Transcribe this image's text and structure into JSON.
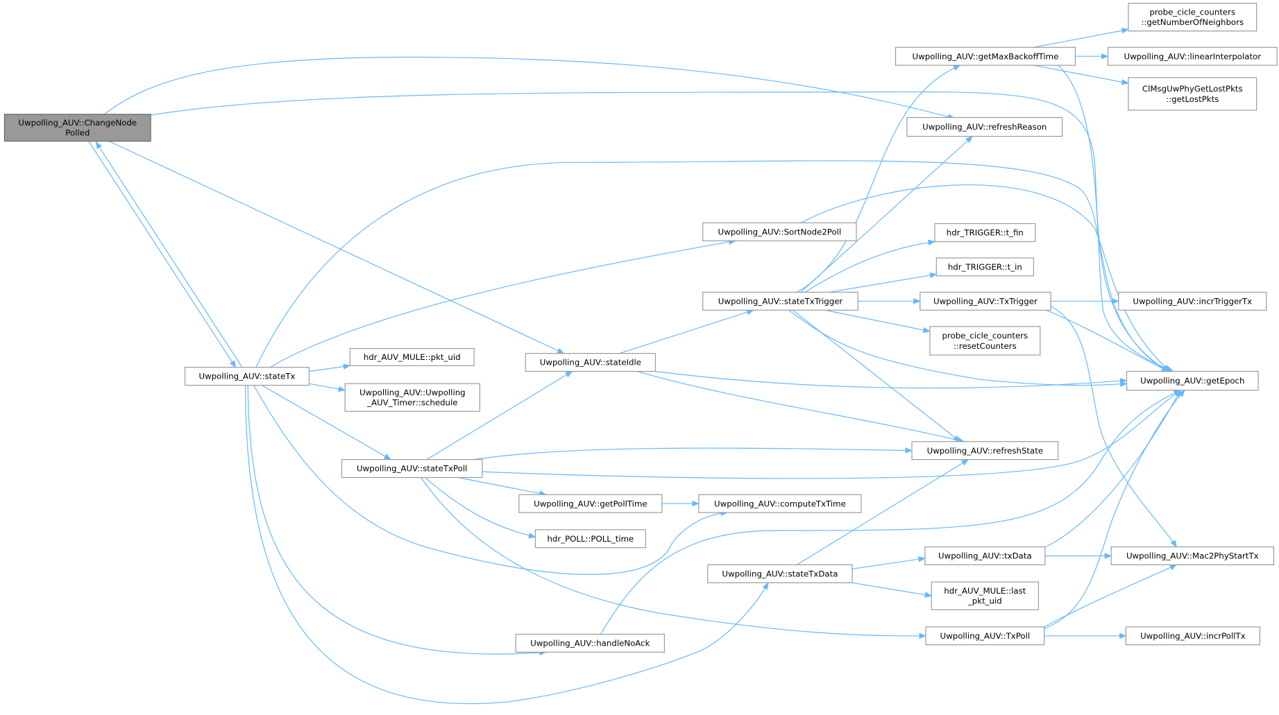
{
  "graph": {
    "root": "ChangeNodePolled",
    "nodes": {
      "ChangeNodePolled": [
        "Uwpolling_AUV::ChangeNode",
        "Polled"
      ],
      "stateTx": [
        "Uwpolling_AUV::stateTx"
      ],
      "pkt_uid": [
        "hdr_AUV_MULE::pkt_uid"
      ],
      "schedule": [
        "Uwpolling_AUV::Uwpolling",
        "_AUV_Timer::schedule"
      ],
      "stateTxPoll": [
        "Uwpolling_AUV::stateTxPoll"
      ],
      "stateIdle": [
        "Uwpolling_AUV::stateIdle"
      ],
      "getPollTime": [
        "Uwpolling_AUV::getPollTime"
      ],
      "POLL_time": [
        "hdr_POLL::POLL_time"
      ],
      "handleNoAck": [
        "Uwpolling_AUV::handleNoAck"
      ],
      "computeTxTime": [
        "Uwpolling_AUV::computeTxTime"
      ],
      "stateTxData": [
        "Uwpolling_AUV::stateTxData"
      ],
      "SortNode2Poll": [
        "Uwpolling_AUV::SortNode2Poll"
      ],
      "stateTxTrigger": [
        "Uwpolling_AUV::stateTxTrigger"
      ],
      "getMaxBackoffTime": [
        "Uwpolling_AUV::getMaxBackoffTime"
      ],
      "refreshReason": [
        "Uwpolling_AUV::refreshReason"
      ],
      "t_fin": [
        "hdr_TRIGGER::t_fin"
      ],
      "t_in": [
        "hdr_TRIGGER::t_in"
      ],
      "TxTrigger": [
        "Uwpolling_AUV::TxTrigger"
      ],
      "resetCounters": [
        "probe_cicle_counters",
        "::resetCounters"
      ],
      "refreshState": [
        "Uwpolling_AUV::refreshState"
      ],
      "txData": [
        "Uwpolling_AUV::txData"
      ],
      "last_pkt_uid": [
        "hdr_AUV_MULE::last",
        "_pkt_uid"
      ],
      "TxPoll": [
        "Uwpolling_AUV::TxPoll"
      ],
      "getNumberOfNeighbors": [
        "probe_cicle_counters",
        "::getNumberOfNeighbors"
      ],
      "linearInterpolator": [
        "Uwpolling_AUV::linearInterpolator"
      ],
      "getLostPkts": [
        "ClMsgUwPhyGetLostPkts",
        "::getLostPkts"
      ],
      "incrTriggerTx": [
        "Uwpolling_AUV::incrTriggerTx"
      ],
      "getEpoch": [
        "Uwpolling_AUV::getEpoch"
      ],
      "Mac2PhyStartTx": [
        "Uwpolling_AUV::Mac2PhyStartTx"
      ],
      "incrPollTx": [
        "Uwpolling_AUV::incrPollTx"
      ]
    },
    "edges": [
      [
        "ChangeNodePolled",
        "refreshReason"
      ],
      [
        "ChangeNodePolled",
        "getEpoch"
      ],
      [
        "ChangeNodePolled",
        "stateTx"
      ],
      [
        "stateTx",
        "ChangeNodePolled"
      ],
      [
        "ChangeNodePolled",
        "stateIdle"
      ],
      [
        "stateTx",
        "getEpoch"
      ],
      [
        "stateTx",
        "SortNode2Poll"
      ],
      [
        "stateTx",
        "pkt_uid"
      ],
      [
        "stateTx",
        "schedule"
      ],
      [
        "stateTx",
        "stateTxPoll"
      ],
      [
        "stateTx",
        "computeTxTime"
      ],
      [
        "stateTx",
        "handleNoAck"
      ],
      [
        "stateTx",
        "stateTxData"
      ],
      [
        "stateTxPoll",
        "stateIdle"
      ],
      [
        "stateTxPoll",
        "refreshState"
      ],
      [
        "stateTxPoll",
        "getEpoch"
      ],
      [
        "stateTxPoll",
        "getPollTime"
      ],
      [
        "stateTxPoll",
        "POLL_time"
      ],
      [
        "stateTxPoll",
        "TxPoll"
      ],
      [
        "stateIdle",
        "stateTxTrigger"
      ],
      [
        "stateIdle",
        "getEpoch"
      ],
      [
        "stateIdle",
        "refreshState"
      ],
      [
        "stateTxTrigger",
        "getMaxBackoffTime"
      ],
      [
        "stateTxTrigger",
        "refreshReason"
      ],
      [
        "stateTxTrigger",
        "t_fin"
      ],
      [
        "stateTxTrigger",
        "t_in"
      ],
      [
        "stateTxTrigger",
        "TxTrigger"
      ],
      [
        "stateTxTrigger",
        "resetCounters"
      ],
      [
        "stateTxTrigger",
        "getEpoch"
      ],
      [
        "stateTxTrigger",
        "refreshState"
      ],
      [
        "SortNode2Poll",
        "getEpoch"
      ],
      [
        "getMaxBackoffTime",
        "getNumberOfNeighbors"
      ],
      [
        "getMaxBackoffTime",
        "linearInterpolator"
      ],
      [
        "getMaxBackoffTime",
        "getLostPkts"
      ],
      [
        "getMaxBackoffTime",
        "getEpoch"
      ],
      [
        "TxTrigger",
        "incrTriggerTx"
      ],
      [
        "TxTrigger",
        "getEpoch"
      ],
      [
        "TxTrigger",
        "Mac2PhyStartTx"
      ],
      [
        "getPollTime",
        "computeTxTime"
      ],
      [
        "handleNoAck",
        "getEpoch"
      ],
      [
        "stateTxData",
        "refreshState"
      ],
      [
        "stateTxData",
        "txData"
      ],
      [
        "stateTxData",
        "last_pkt_uid"
      ],
      [
        "txData",
        "getEpoch"
      ],
      [
        "txData",
        "Mac2PhyStartTx"
      ],
      [
        "TxPoll",
        "getEpoch"
      ],
      [
        "TxPoll",
        "Mac2PhyStartTx"
      ],
      [
        "TxPoll",
        "incrPollTx"
      ]
    ],
    "colors": {
      "edge": "#63b8ff",
      "node_border": "#999999",
      "root_fill": "#999999"
    }
  }
}
